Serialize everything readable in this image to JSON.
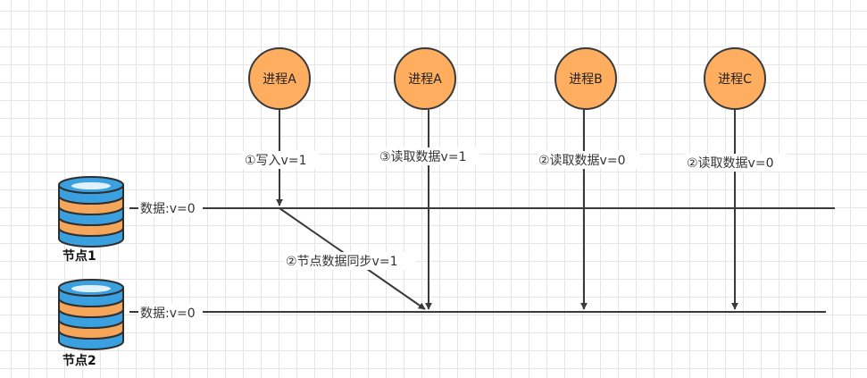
{
  "colors": {
    "process_fill": "#ffad5f",
    "process_stroke": "#3a3a3a",
    "disk_blue": "#3aa0e0",
    "disk_orange": "#f5a65b",
    "line": "#3a3a3a"
  },
  "nodes": [
    {
      "label": "节点1",
      "data_label": "数据:v=0"
    },
    {
      "label": "节点2",
      "data_label": "数据:v=0"
    }
  ],
  "processes": [
    {
      "label": "进程A",
      "action": "①写入v=1"
    },
    {
      "label": "进程A",
      "action": "③读取数据v=1"
    },
    {
      "label": "进程B",
      "action": "②读取数据v=0"
    },
    {
      "label": "进程C",
      "action": "②读取数据v=0"
    }
  ],
  "sync_label": "②节点数据同步v=1",
  "icons": {
    "node": "database-icon"
  }
}
